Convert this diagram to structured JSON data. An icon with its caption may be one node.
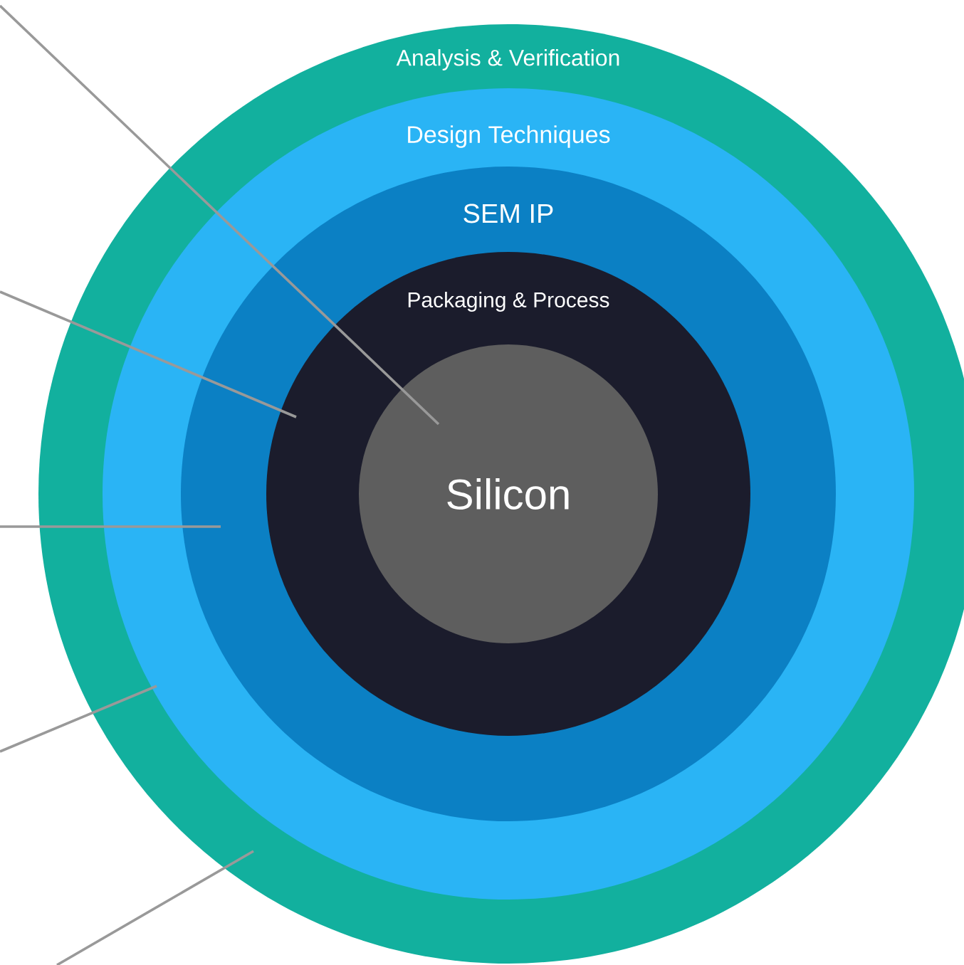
{
  "diagram": {
    "nodes": [
      {
        "text": [
          "Analysis & Verification"
        ]
      },
      {
        "text": [
          "Design Techniques"
        ],
        "in": 0
      },
      {
        "text": [
          "SEM IP"
        ],
        "in": 1
      },
      {
        "text": [
          "Packaging & Process"
        ],
        "in": 2
      },
      {
        "text": [
          "Silicon"
        ],
        "in": 3
      }
    ],
    "edges": [
      {
        "from": null,
        "to": 4,
        "arrow": "none"
      },
      {
        "from": null,
        "to": 3,
        "arrow": "none"
      },
      {
        "from": null,
        "to": 2,
        "arrow": "none"
      },
      {
        "from": null,
        "to": 1,
        "arrow": "none"
      },
      {
        "from": null,
        "to": 0,
        "arrow": "none"
      }
    ]
  }
}
